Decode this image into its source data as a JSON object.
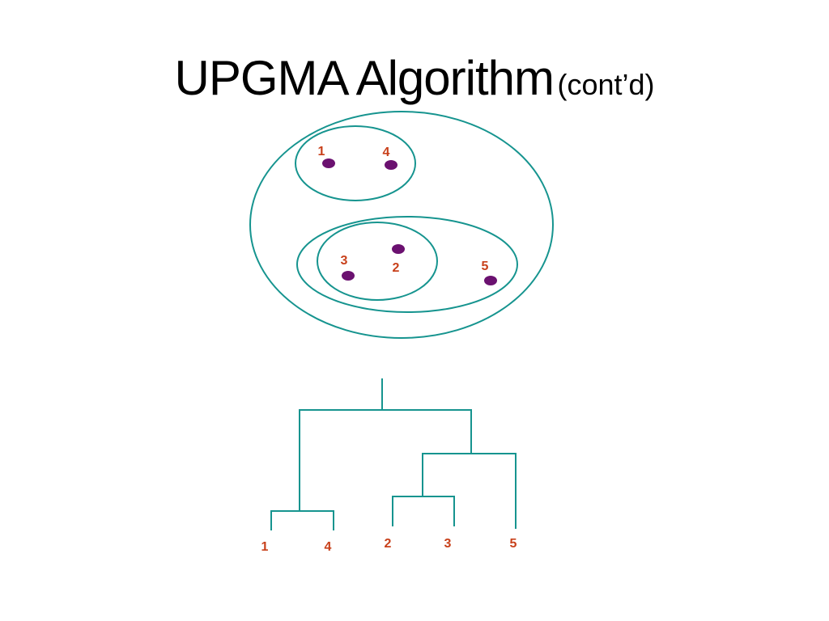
{
  "slide": {
    "title": "UPGMA Algorithm",
    "subtitle": "(cont’d)"
  },
  "colors": {
    "line": "#16948f",
    "label": "#c8401a",
    "point": "#6b1170"
  },
  "cluster_view": {
    "points": [
      {
        "id": "1",
        "label": "1"
      },
      {
        "id": "4",
        "label": "4"
      },
      {
        "id": "2",
        "label": "2"
      },
      {
        "id": "3",
        "label": "3"
      },
      {
        "id": "5",
        "label": "5"
      }
    ],
    "clusters": [
      {
        "name": "{1,4}",
        "members": [
          "1",
          "4"
        ]
      },
      {
        "name": "{2,3}",
        "members": [
          "2",
          "3"
        ]
      },
      {
        "name": "{2,3,5}",
        "members": [
          "2",
          "3",
          "5"
        ]
      },
      {
        "name": "{1,4,2,3,5}",
        "members": [
          "1",
          "4",
          "2",
          "3",
          "5"
        ]
      }
    ]
  },
  "dendrogram": {
    "leaves": [
      {
        "id": "1",
        "label": "1"
      },
      {
        "id": "4",
        "label": "4"
      },
      {
        "id": "2",
        "label": "2"
      },
      {
        "id": "3",
        "label": "3"
      },
      {
        "id": "5",
        "label": "5"
      }
    ],
    "merges": [
      {
        "name": "1-4",
        "children": [
          "1",
          "4"
        ]
      },
      {
        "name": "2-3",
        "children": [
          "2",
          "3"
        ]
      },
      {
        "name": "23-5",
        "children": [
          "2-3",
          "5"
        ]
      },
      {
        "name": "root",
        "children": [
          "1-4",
          "23-5"
        ]
      }
    ]
  }
}
